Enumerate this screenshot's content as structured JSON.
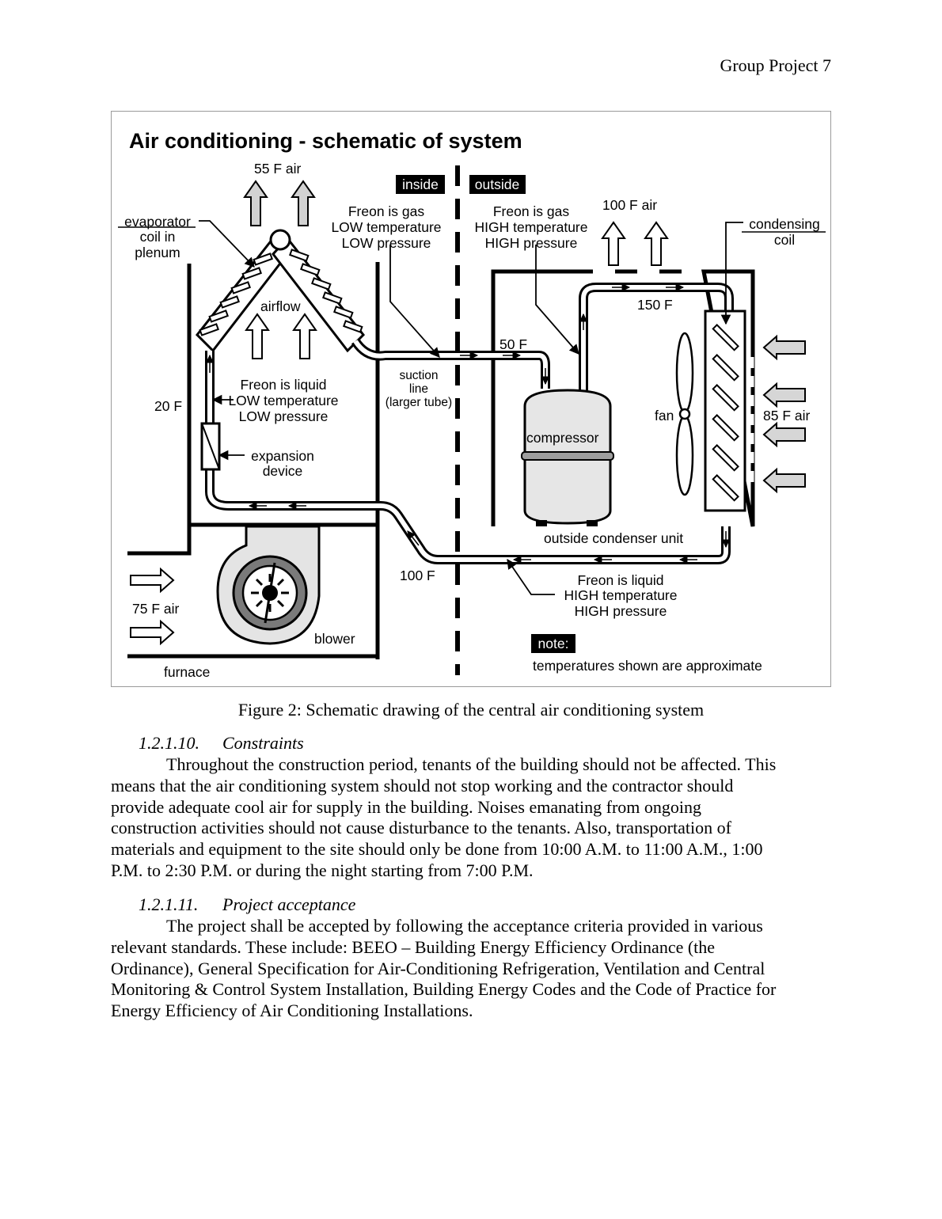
{
  "header": {
    "page_label": "Group Project 7"
  },
  "figure": {
    "title": "Air conditioning - schematic of system",
    "labels": {
      "air_55": "55 F air",
      "inside": "inside",
      "outside": "outside",
      "evap_1": "evaporator",
      "evap_2": "coil in",
      "evap_3": "plenum",
      "gas_low_1": "Freon is gas",
      "gas_low_2": "LOW temperature",
      "gas_low_3": "LOW pressure",
      "gas_high_1": "Freon is gas",
      "gas_high_2": "HIGH temperature",
      "gas_high_3": "HIGH pressure",
      "air_100": "100 F air",
      "cond_1": "condensing",
      "cond_2": "coil",
      "airflow": "airflow",
      "temp_150": "150 F",
      "temp_50": "50 F",
      "liq_low_1": "Freon is liquid",
      "liq_low_2": "LOW temperature",
      "liq_low_3": "LOW pressure",
      "suction_1": "suction",
      "suction_2": "line",
      "suction_3": "(larger tube)",
      "temp_20": "20 F",
      "fan": "fan",
      "air_85": "85 F air",
      "compressor": "compressor",
      "exp_1": "expansion",
      "exp_2": "device",
      "outside_unit": "outside condenser unit",
      "temp_100": "100 F",
      "liq_high_1": "Freon is liquid",
      "liq_high_2": "HIGH temperature",
      "liq_high_3": "HIGH pressure",
      "air_75": "75 F air",
      "blower": "blower",
      "note": "note:",
      "note_text": "temperatures shown are approximate",
      "furnace": "furnace"
    }
  },
  "caption": "Figure 2: Schematic drawing of the central air conditioning system",
  "sections": [
    {
      "number": "1.2.1.10.",
      "title": "Constraints",
      "lines": [
        "Throughout the construction period, tenants of the building should not be affected. This",
        "means that the air conditioning system should not stop working and the contractor should",
        "provide adequate cool air for supply in the building. Noises emanating from ongoing",
        "construction activities should not cause disturbance to the tenants. Also, transportation of",
        "materials and equipment to the site should only be done from 10:00 A.M. to 11:00 A.M., 1:00",
        "P.M. to 2:30 P.M. or during the night starting from 7:00 P.M."
      ]
    },
    {
      "number": "1.2.1.11.",
      "title": "Project acceptance",
      "lines": [
        "The project shall be accepted by following the acceptance criteria provided in various",
        "relevant standards. These include: BEEO – Building Energy Efficiency Ordinance (the",
        "Ordinance), General Specification for Air-Conditioning Refrigeration, Ventilation and Central",
        "Monitoring & Control System Installation, Building Energy Codes and the Code of Practice for",
        "Energy Efficiency of Air Conditioning Installations."
      ]
    }
  ]
}
